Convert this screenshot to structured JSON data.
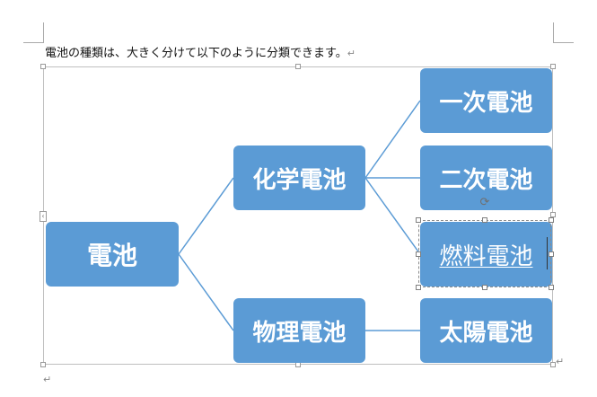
{
  "document": {
    "intro_text": "電池の種類は、大きく分けて以下のように分類できます。",
    "paragraph_mark": "↵"
  },
  "diagram": {
    "root": "電池",
    "level1": [
      "化学電池",
      "物理電池"
    ],
    "chemical_children": [
      "一次電池",
      "二次電池",
      "燃料電池"
    ],
    "physical_children": [
      "太陽電池"
    ],
    "selected_node": "燃料電池"
  },
  "colors": {
    "node_fill": "#5b9bd5",
    "node_text": "#ffffff",
    "connector": "#5b9bd5"
  },
  "icons": {
    "rotate_handle": "rotate-icon",
    "layout_options": "layout-options-icon"
  }
}
